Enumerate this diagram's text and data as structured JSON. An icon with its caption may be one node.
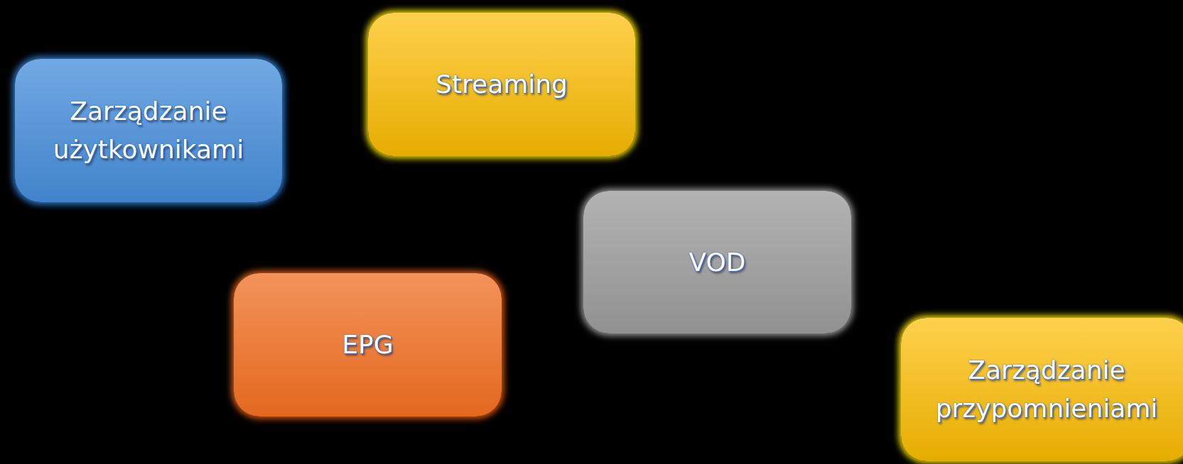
{
  "diagram": {
    "nodes": [
      {
        "text": [
          "Streaming"
        ]
      },
      {
        "text": [
          "Zarządzanie użytkownikami"
        ]
      },
      {
        "text": [
          "VOD"
        ]
      },
      {
        "text": [
          "EPG"
        ]
      },
      {
        "text": [
          "Zarządzanie przypomnieniami"
        ]
      }
    ]
  }
}
